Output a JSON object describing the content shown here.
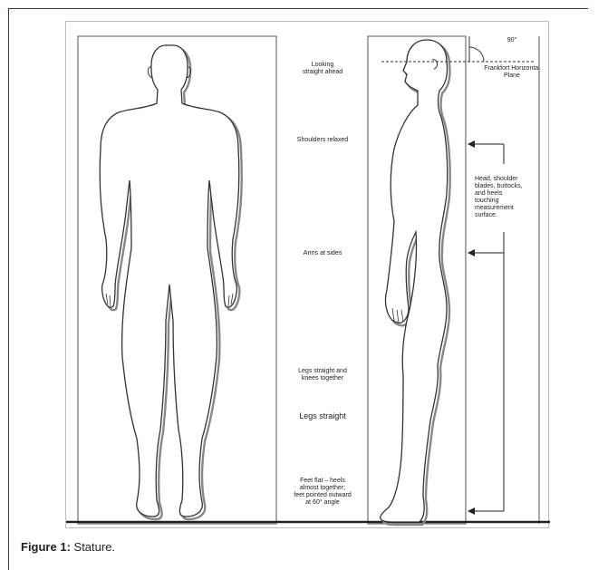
{
  "figure": {
    "annotations": {
      "looking": "Looking\nstraight ahead",
      "shoulders": "Shoulders relaxed",
      "arms": "Arms at sides",
      "legs_knees": "Legs straight and\nknees together",
      "legs_straight": "Legs straight",
      "feet": "Feet flat – heels\nalmost together;\nfeet pointed outward\nat 60° angle",
      "angle": "90°",
      "frankfort": "Frankfort Horizontal\nPlane",
      "touching": "Head, shoulder\nblades, buttocks,\nand heels\ntouching\nmeasurement\nsurface."
    }
  },
  "caption": {
    "label": "Figure 1:",
    "text": " Stature."
  }
}
